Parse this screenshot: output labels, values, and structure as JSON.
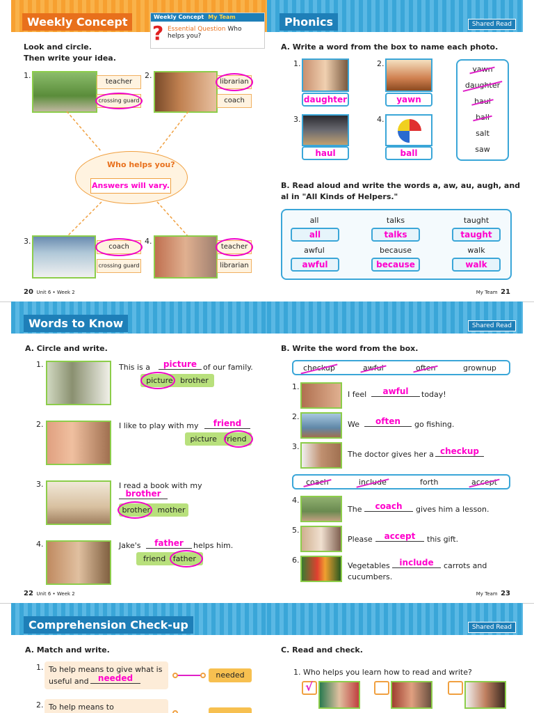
{
  "p20": {
    "banner": "Weekly Concept",
    "eq_tag": "Weekly Concept",
    "eq_tag2": "My Team",
    "eq_label": "Essential Question",
    "eq_text1": "Who",
    "eq_text2": "helps you?",
    "instr1": "Look and circle.",
    "instr2": "Then write your idea.",
    "n1": "1.",
    "n2": "2.",
    "n3": "3.",
    "n4": "4.",
    "w1a": "teacher",
    "w1b": "crossing guard",
    "w2a": "librarian",
    "w2b": "coach",
    "w3a": "coach",
    "w3b": "crossing guard",
    "w4a": "teacher",
    "w4b": "librarian",
    "center_q": "Who helps you?",
    "center_a": "Answers will vary.",
    "page_no": "20",
    "unit": "Unit 6 • Week 2"
  },
  "p21": {
    "banner": "Phonics",
    "tag": "Shared Read",
    "instrA": "A. Write a word from the box to name each photo.",
    "n1": "1.",
    "n2": "2.",
    "n3": "3.",
    "n4": "4.",
    "a1": "daughter",
    "a2": "yawn",
    "a3": "haul",
    "a4": "ball",
    "box": [
      "yawn",
      "daughter",
      "haul",
      "ball",
      "salt",
      "saw"
    ],
    "instrB1": "B. Read aloud and write the words a, aw, au, augh, and",
    "instrB2": "al in \"All Kinds of Helpers.\"",
    "words": [
      "all",
      "talks",
      "taught",
      "awful",
      "because",
      "walk"
    ],
    "answers": [
      "all",
      "talks",
      "taught",
      "awful",
      "because",
      "walk"
    ],
    "page_no": "21",
    "footer": "My Team"
  },
  "p22": {
    "banner": "Words to Know",
    "instrA": "A. Circle and write.",
    "n1": "1.",
    "n2": "2.",
    "n3": "3.",
    "n4": "4.",
    "s1a": "This is a",
    "s1b": "of our family.",
    "a1": "picture",
    "c1": [
      "picture",
      "brother"
    ],
    "s2a": "I like to play with my",
    "a2": "friend",
    "c2": [
      "picture",
      "friend"
    ],
    "s3a": "I read a book with my",
    "a3": "brother",
    "c3": [
      "brother",
      "mother"
    ],
    "s4a": "Jake's",
    "s4b": "helps him.",
    "a4": "father",
    "c4": [
      "friend",
      "father"
    ],
    "page_no": "22",
    "unit": "Unit 6 • Week 2"
  },
  "p23": {
    "tag": "Shared Read",
    "instrB": "B. Write the word from the box.",
    "box1": [
      "checkup",
      "awful",
      "often",
      "grownup"
    ],
    "box2": [
      "coach",
      "include",
      "forth",
      "accept"
    ],
    "n1": "1.",
    "n2": "2.",
    "n3": "3.",
    "n4": "4.",
    "n5": "5.",
    "n6": "6.",
    "s1a": "I feel",
    "s1b": "today!",
    "a1": "awful",
    "s2a": "We",
    "s2b": "go fishing.",
    "a2": "often",
    "s3a": "The doctor gives her a",
    "a3": "checkup",
    "s4a": "The",
    "s4b": "gives him a lesson.",
    "a4": "coach",
    "s5a": "Please",
    "s5b": "this gift.",
    "a5": "accept",
    "s6a": "Vegetables",
    "s6b": "carrots and",
    "s6c": "cucumbers.",
    "a6": "include",
    "page_no": "23",
    "footer": "My Team"
  },
  "p24": {
    "banner": "Comprehension Check-up",
    "instrA": "A. Match and write.",
    "n1": "1.",
    "n2": "2.",
    "s1a": "To help means to give what is",
    "s1b": "useful and",
    "a1": "needed",
    "m1": "needed",
    "s2a": "To help means to"
  },
  "p25": {
    "tag": "Shared Read",
    "instrC": "C. Read and check.",
    "q1": "1. Who helps you learn how to read and write?",
    "check": "√"
  }
}
